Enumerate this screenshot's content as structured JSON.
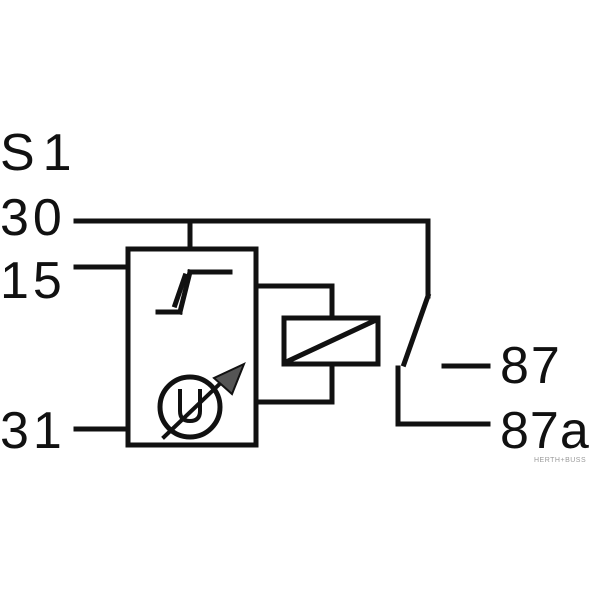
{
  "terminals": {
    "s1": "S1",
    "t30": "30",
    "t15": "15",
    "t31": "31",
    "t87": "87",
    "t87a": "87a"
  },
  "watermark": "HERTH+BUSS",
  "colors": {
    "line": "#111111",
    "background": "#ffffff",
    "arrow_fill": "#555555"
  },
  "icons": {
    "threshold": "hysteresis-symbol-icon",
    "voltage_sensor": "adjustable-voltage-sensor-icon",
    "coil": "relay-coil-icon",
    "switch": "changeover-contact-icon"
  }
}
